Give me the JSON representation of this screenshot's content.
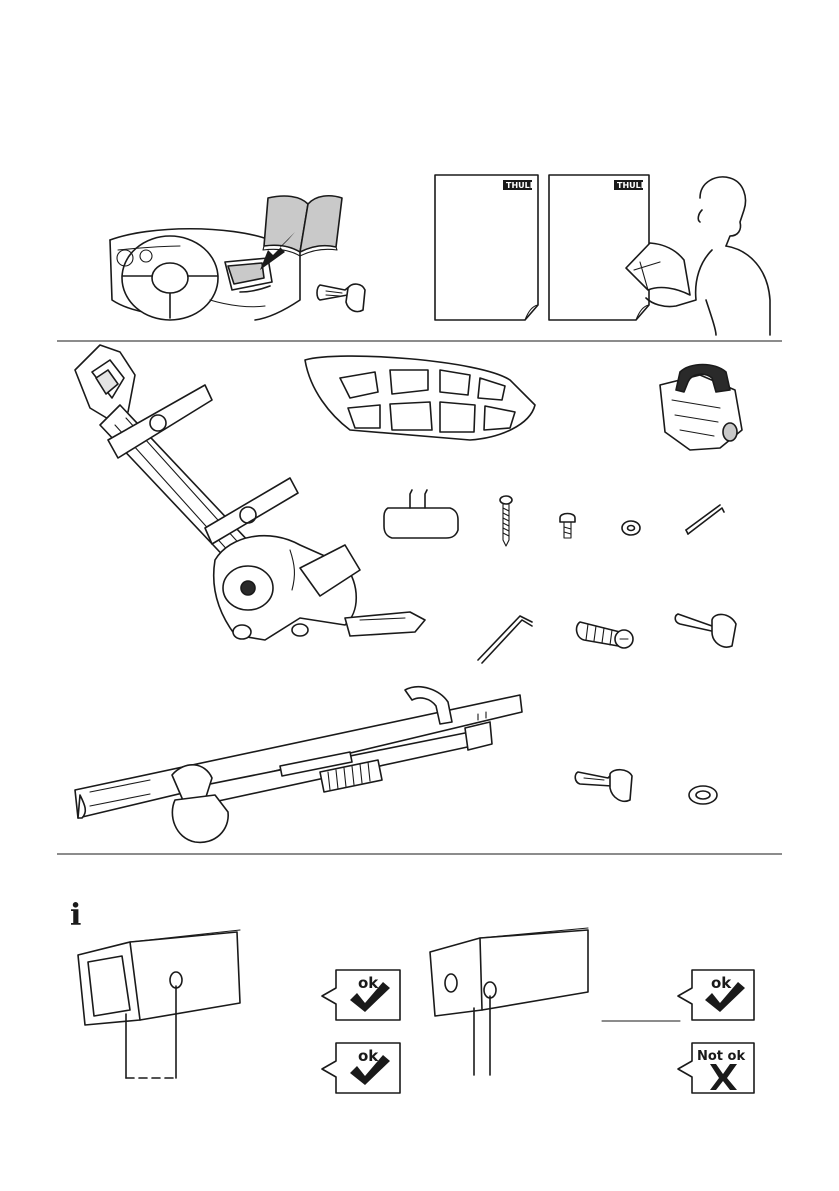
{
  "manual_badges": {
    "brand_left": "THULE",
    "brand_right": "THULE"
  },
  "info_section": {
    "info_icon_label": "i",
    "badge_1_text": "ok",
    "badge_2_text": "ok",
    "badge_3_text": "ok",
    "badge_4_text": "Not ok"
  },
  "colors": {
    "ink": "#1a1a1a",
    "shade": "#c9c9c9"
  }
}
